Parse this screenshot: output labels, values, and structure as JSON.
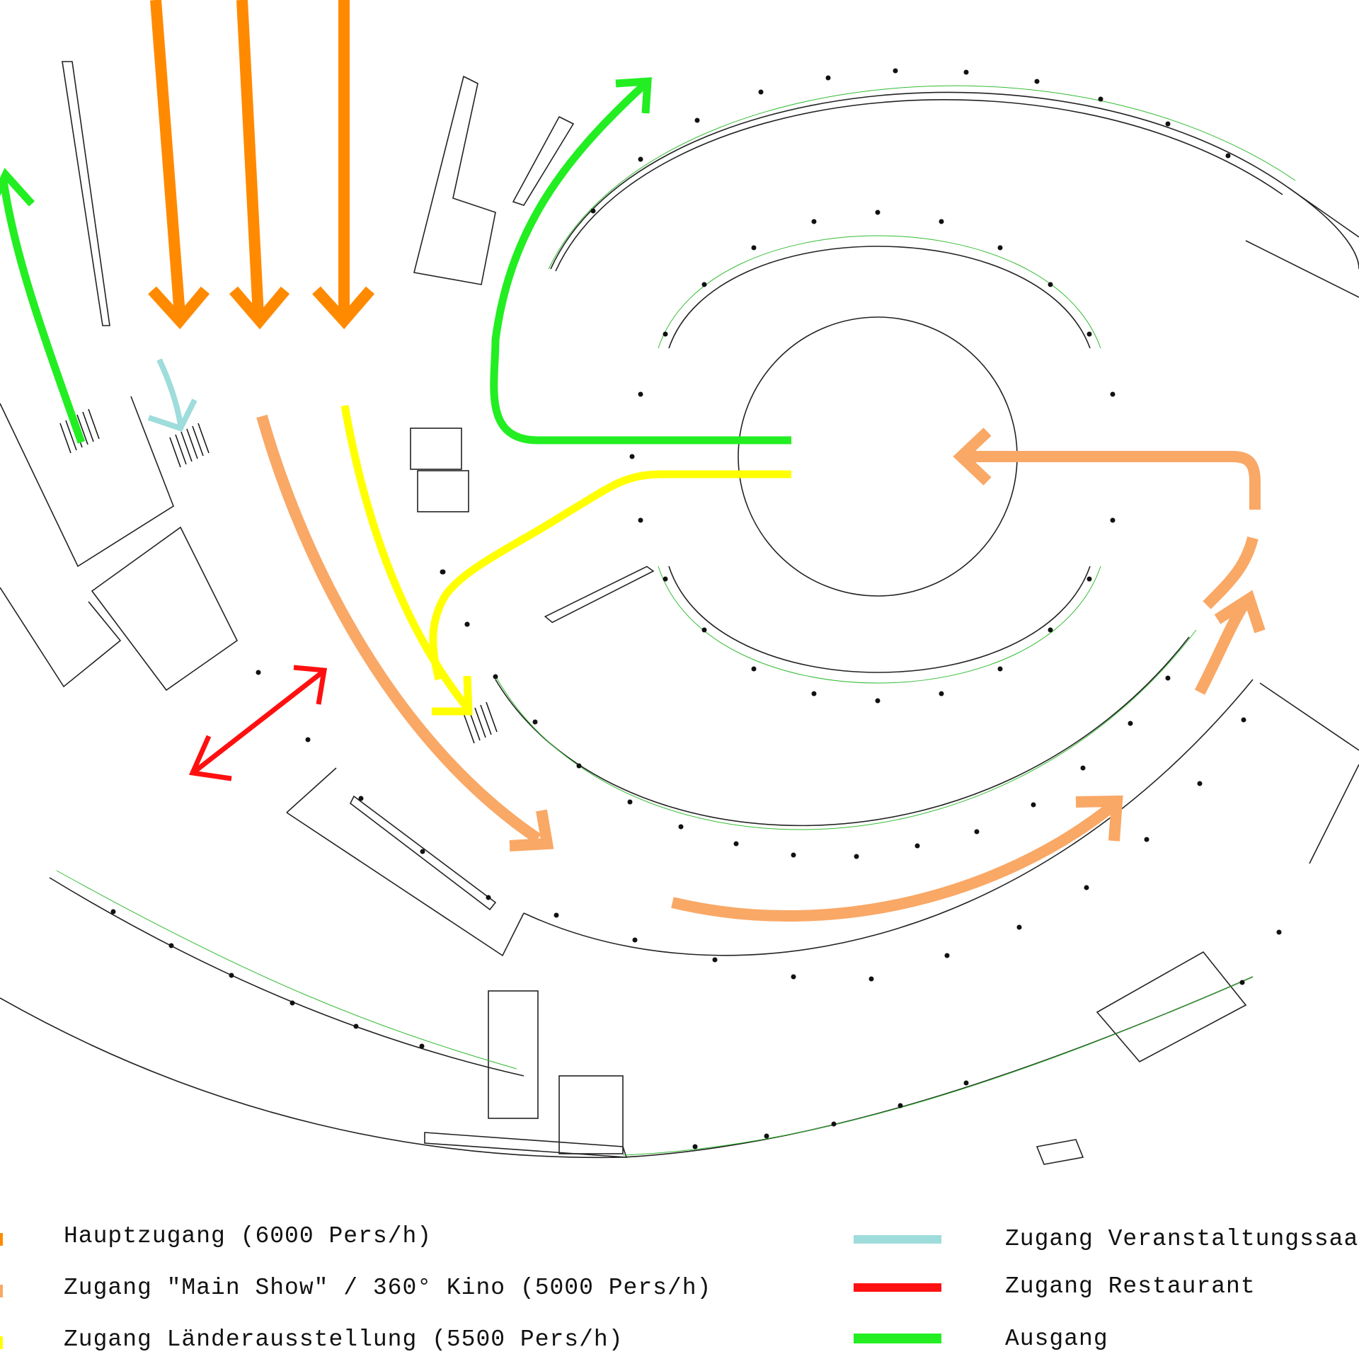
{
  "legend": {
    "left": [
      {
        "label": "Hauptzugang (6000 Pers/h)",
        "color": "#ff8a00"
      },
      {
        "label": "Zugang \"Main Show\" / 360° Kino (5000 Pers/h)",
        "color": "#f9a866"
      },
      {
        "label": "Zugang Länderausstellung (5500 Pers/h)",
        "color": "#ffff00"
      }
    ],
    "right": [
      {
        "label": "Zugang Veranstaltungssaal",
        "color": "#9fdcdc"
      },
      {
        "label": "Zugang Restaurant",
        "color": "#ff1010"
      },
      {
        "label": "Ausgang",
        "color": "#22ee22"
      }
    ]
  },
  "colors": {
    "main_entrance": "#ff8a00",
    "main_show": "#f9a866",
    "country_exhibition": "#ffff00",
    "event_hall": "#9fdcdc",
    "restaurant": "#ff1010",
    "exit": "#22ee22",
    "walls": "#222222",
    "guides": "#33bb33"
  }
}
